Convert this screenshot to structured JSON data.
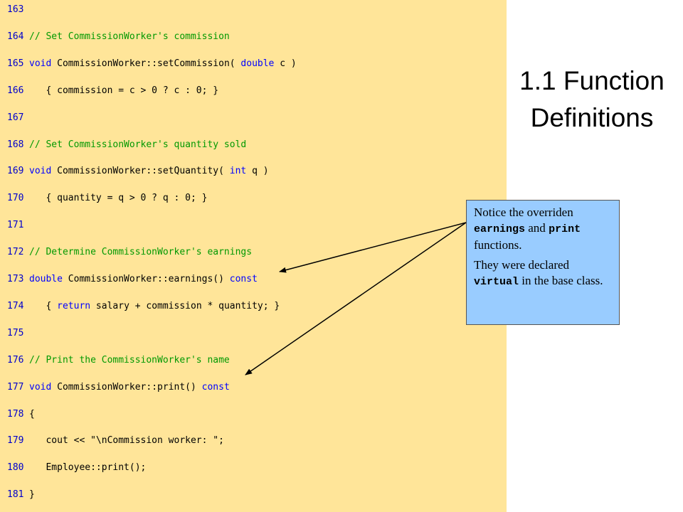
{
  "title": {
    "line1": "1.1 Function",
    "line2": "Definitions"
  },
  "code_lines": [
    {
      "num": "163",
      "tokens": []
    },
    {
      "num": "164",
      "tokens": [
        {
          "t": "// Set CommissionWorker's commission",
          "c": "cm"
        }
      ]
    },
    {
      "num": "165",
      "tokens": [
        {
          "t": "void",
          "c": "kw"
        },
        {
          "t": " CommissionWorker::setCommission( ",
          "c": ""
        },
        {
          "t": "double",
          "c": "kw"
        },
        {
          "t": " c )",
          "c": ""
        }
      ]
    },
    {
      "num": "166",
      "tokens": [
        {
          "t": "   { commission = c > 0 ? c : 0; }",
          "c": ""
        }
      ]
    },
    {
      "num": "167",
      "tokens": []
    },
    {
      "num": "168",
      "tokens": [
        {
          "t": "// Set CommissionWorker's quantity sold",
          "c": "cm"
        }
      ]
    },
    {
      "num": "169",
      "tokens": [
        {
          "t": "void",
          "c": "kw"
        },
        {
          "t": " CommissionWorker::setQuantity( ",
          "c": ""
        },
        {
          "t": "int",
          "c": "kw"
        },
        {
          "t": " q )",
          "c": ""
        }
      ]
    },
    {
      "num": "170",
      "tokens": [
        {
          "t": "   { quantity = q > 0 ? q : 0; }",
          "c": ""
        }
      ]
    },
    {
      "num": "171",
      "tokens": []
    },
    {
      "num": "172",
      "tokens": [
        {
          "t": "// Determine CommissionWorker's earnings",
          "c": "cm"
        }
      ]
    },
    {
      "num": "173",
      "tokens": [
        {
          "t": "double",
          "c": "kw"
        },
        {
          "t": " CommissionWorker::earnings() ",
          "c": ""
        },
        {
          "t": "const",
          "c": "kw"
        }
      ]
    },
    {
      "num": "174",
      "tokens": [
        {
          "t": "   { ",
          "c": ""
        },
        {
          "t": "return",
          "c": "kw"
        },
        {
          "t": " salary + commission * quantity; }",
          "c": ""
        }
      ]
    },
    {
      "num": "175",
      "tokens": []
    },
    {
      "num": "176",
      "tokens": [
        {
          "t": "// Print the CommissionWorker's name",
          "c": "cm"
        }
      ]
    },
    {
      "num": "177",
      "tokens": [
        {
          "t": "void",
          "c": "kw"
        },
        {
          "t": " CommissionWorker::print() ",
          "c": ""
        },
        {
          "t": "const",
          "c": "kw"
        }
      ]
    },
    {
      "num": "178",
      "tokens": [
        {
          "t": "{",
          "c": ""
        }
      ]
    },
    {
      "num": "179",
      "tokens": [
        {
          "t": "   cout << \"\\nCommission worker: \";",
          "c": ""
        }
      ]
    },
    {
      "num": "180",
      "tokens": [
        {
          "t": "   Employee::print();",
          "c": ""
        }
      ]
    },
    {
      "num": "181",
      "tokens": [
        {
          "t": "}",
          "c": ""
        }
      ]
    }
  ],
  "note": {
    "p1_a": "Notice the overriden ",
    "p1_code1": "earnings",
    "p1_b": " and ",
    "p1_code2": "print",
    "p1_c": " functions.",
    "p2_a": "They were declared ",
    "p2_code": "virtual",
    "p2_b": " in the base class."
  },
  "colors": {
    "code_background": "#ffe599",
    "line_number": "#0000cc",
    "comment": "#009900",
    "keyword": "#0000ff",
    "note_background": "#99ccff"
  }
}
